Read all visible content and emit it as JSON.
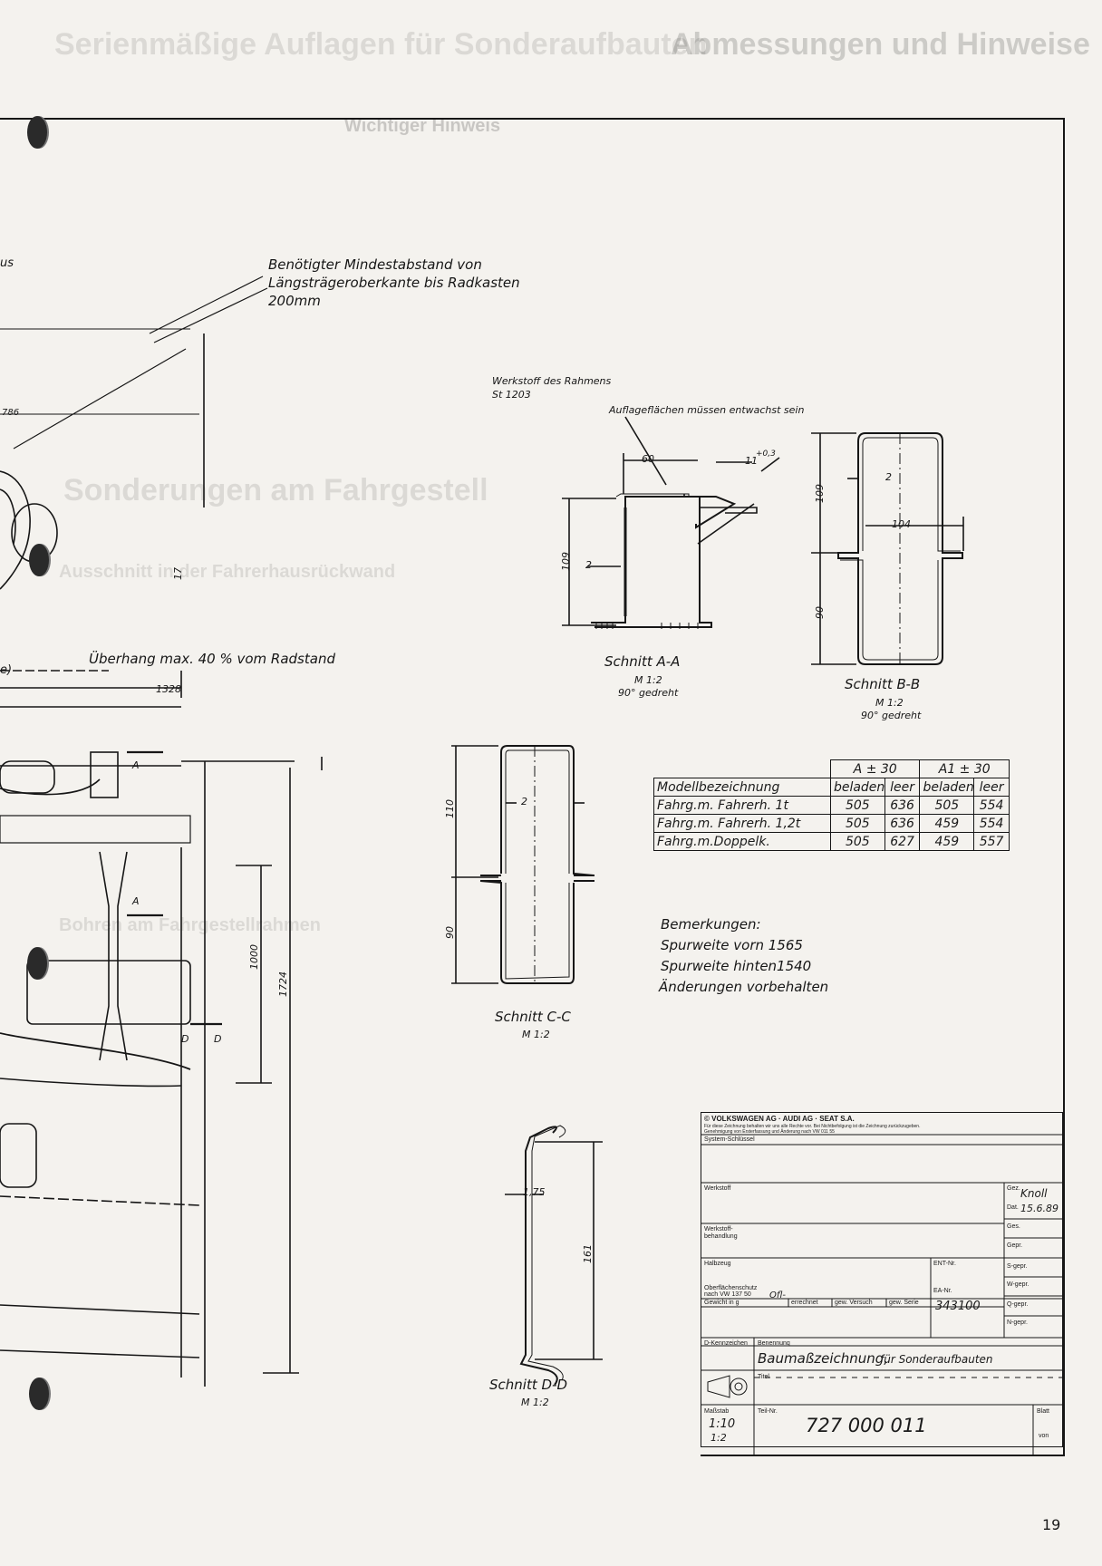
{
  "background_text": {
    "heading_1": "Serienmäßige Auflagen für Sonderaufbauten",
    "heading_2": "Abmessungen und Hinweise",
    "heading_3": "Wichtiger Hinweis",
    "heading_4": "Sonderungen am Fahrgestell",
    "heading_5": "Ausschnitt in der Fahrerhausrückwand",
    "heading_6": "Bohren am Fahrgestellrahmen"
  },
  "left_edge": {
    "label_us": "us",
    "dim_786": "786",
    "dim_e": "e)"
  },
  "notes": {
    "min_distance_1": "Benötigter Mindestabstand von",
    "min_distance_2": "Längsträgeroberkante bis Radkasten",
    "min_distance_3": "200mm",
    "material_1": "Werkstoff des Rahmens",
    "material_2": "St 1203",
    "support_surfaces": "Auflageflächen müssen entwachst sein",
    "overhang": "Überhang max. 40 % vom Radstand",
    "dim_1328": "1328",
    "dim_1000": "1000",
    "dim_1724": "1724",
    "dim_17": "17",
    "marker_a": "A",
    "marker_d": "D"
  },
  "section_aa": {
    "title": "Schnitt  A-A",
    "scale": "M 1:2",
    "rotation": "90° gedreht",
    "dim_60": "60",
    "dim_11": "11",
    "dim_tol": "+0,3",
    "dim_109": "109",
    "dim_2": "2"
  },
  "section_bb": {
    "title": "Schnitt  B-B",
    "scale": "M 1:2",
    "rotation": "90° gedreht",
    "dim_109": "109",
    "dim_2": "2",
    "dim_104": "104",
    "dim_90": "90"
  },
  "section_cc": {
    "title": "Schnitt  C-C",
    "scale": "M 1:2",
    "dim_110": "110",
    "dim_2": "2",
    "dim_90": "90"
  },
  "section_dd": {
    "title": "Schnitt  D-D",
    "scale": "M 1:2",
    "dim_175": "1,75",
    "dim_161": "161"
  },
  "model_table": {
    "group_a": "A ± 30",
    "group_a1": "A1 ± 30",
    "col_model": "Modellbezeichnung",
    "col_loaded": "beladen",
    "col_empty": "leer",
    "rows": [
      {
        "model": "Fahrg.m. Fahrerh.   1t",
        "a_loaded": "505",
        "a_empty": "636",
        "a1_loaded": "505",
        "a1_empty": "554"
      },
      {
        "model": "Fahrg.m. Fahrerh.  1,2t",
        "a_loaded": "505",
        "a_empty": "636",
        "a1_loaded": "459",
        "a1_empty": "554"
      },
      {
        "model": "Fahrg.m.Doppelk.",
        "a_loaded": "505",
        "a_empty": "627",
        "a1_loaded": "459",
        "a1_empty": "557"
      }
    ]
  },
  "remarks": {
    "heading": "Bemerkungen:",
    "line1": "Spurweite vorn 1565",
    "line2": "Spurweite hinten1540",
    "line3": "Änderungen vorbehalten"
  },
  "title_block": {
    "copyright": "© VOLKSWAGEN AG · AUDI AG · SEAT S.A.",
    "copyright_note_1": "Für diese Zeichnung behalten wir uns alle Rechte vor. Bei Nichtbefolgung ist die Zeichnung zurückzugeben.",
    "copyright_note_2": "Genehmigung von Ersterfassung und Änderung nach VW 011 55",
    "system_key": "System-Schlüssel",
    "material_label": "Werkstoff",
    "treatment_label": "Werkstoff-behandlung",
    "semi_label": "Halbzeug",
    "surface_label": "Oberflächenschutz nach VW 137 50",
    "surface_value": "Ofl-",
    "weight_label": "Gewicht in g",
    "calc_label": "errechnet",
    "weighed_label": "gew. Versuch",
    "series_label": "gew. Serie",
    "ent_label": "ENT-Nr.",
    "ea_label": "EA-Nr.",
    "ea_value": "343100",
    "d_key_label": "D-Kennzeichen",
    "name_label": "Benennung",
    "name_value": "Baumaßzeichnung,",
    "name_suffix": "für Sonderaufbauten",
    "title_label": "Titel",
    "scale_label": "Maßstab",
    "scale_1": "1:10",
    "scale_2": "1:2",
    "part_label": "Teil-Nr.",
    "part_value": "727 000 011",
    "sheet_label": "Blatt",
    "of_label": "von",
    "drawn_label": "Gez.",
    "drawn_value": "Knoll",
    "date_label": "Dat.",
    "date_value": "15.6.89",
    "checked_label": "Ges.",
    "approved_label": "Gepr.",
    "s_label": "S-gepr.",
    "w_label": "W-gepr.",
    "q_label": "Q-gepr.",
    "n_label": "N-gepr."
  },
  "page_number": "19"
}
